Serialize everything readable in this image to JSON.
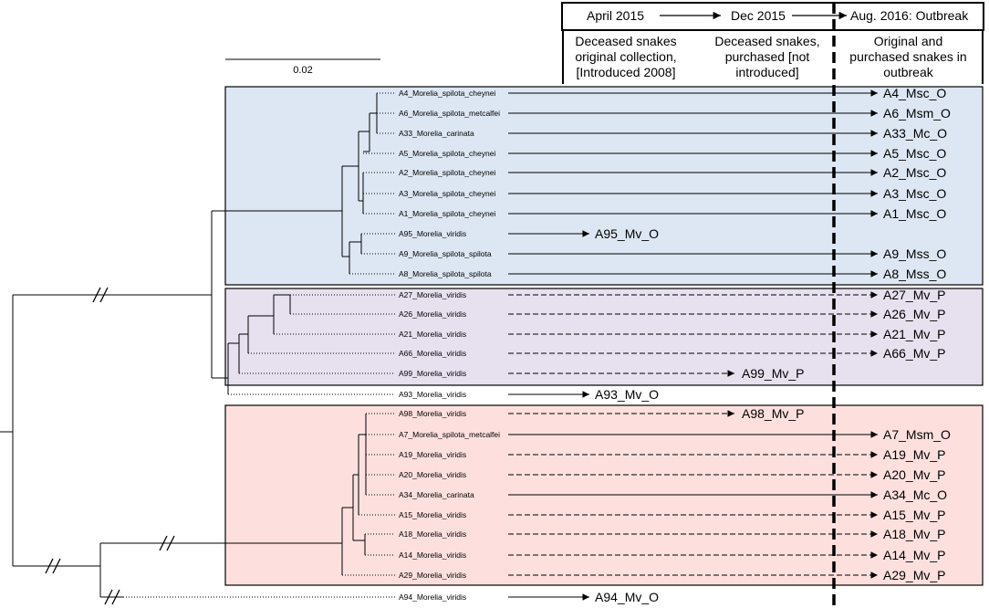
{
  "header": {
    "april": "April 2015",
    "dec": "Dec 2015",
    "aug": "Aug. 2016: Outbreak"
  },
  "columns": {
    "c1": [
      "Deceased snakes",
      "original collection,",
      "[Introduced 2008]"
    ],
    "c2": [
      "Deceased snakes,",
      "purchased [not",
      "introduced]"
    ],
    "c3": [
      "Original and",
      "purchased snakes in",
      "outbreak"
    ]
  },
  "scale_label": "0.02",
  "clade_colors": {
    "blue": "#dde7f3",
    "purple": "#e7e0ef",
    "red": "#fde0de"
  },
  "taxa": [
    {
      "tip": "A4_Morelia_spilota_cheynei",
      "label": "A4_Msc_O",
      "style": "solid",
      "stage": "outbreak"
    },
    {
      "tip": "A6_Morelia_spilota_metcalfei",
      "label": "A6_Msm_O",
      "style": "solid",
      "stage": "outbreak"
    },
    {
      "tip": "A33_Morelia_carinata",
      "label": "A33_Mc_O",
      "style": "solid",
      "stage": "outbreak"
    },
    {
      "tip": "A5_Morelia_spilota_cheynei",
      "label": "A5_Msc_O",
      "style": "solid",
      "stage": "outbreak"
    },
    {
      "tip": "A2_Morelia_spilota_cheynei",
      "label": "A2_Msc_O",
      "style": "solid",
      "stage": "outbreak"
    },
    {
      "tip": "A3_Morelia_spilota_cheynei",
      "label": "A3_Msc_O",
      "style": "solid",
      "stage": "outbreak"
    },
    {
      "tip": "A1_Morelia_spilota_cheynei",
      "label": "A1_Msc_O",
      "style": "solid",
      "stage": "outbreak"
    },
    {
      "tip": "A95_Morelia_viridis",
      "label": "A95_Mv_O",
      "style": "solid",
      "stage": "april"
    },
    {
      "tip": "A9_Morelia_spilota_spilota",
      "label": "A9_Mss_O",
      "style": "solid",
      "stage": "outbreak"
    },
    {
      "tip": "A8_Morelia_spilota_spilota",
      "label": "A8_Mss_O",
      "style": "solid",
      "stage": "outbreak"
    },
    {
      "tip": "A27_Morelia_viridis",
      "label": "A27_Mv_P",
      "style": "dashed",
      "stage": "outbreak"
    },
    {
      "tip": "A26_Morelia_viridis",
      "label": "A26_Mv_P",
      "style": "dashed",
      "stage": "outbreak"
    },
    {
      "tip": "A21_Morelia_viridis",
      "label": "A21_Mv_P",
      "style": "dashed",
      "stage": "outbreak"
    },
    {
      "tip": "A66_Morelia_viridis",
      "label": "A66_Mv_P",
      "style": "dashed",
      "stage": "outbreak"
    },
    {
      "tip": "A99_Morelia_viridis",
      "label": "A99_Mv_P",
      "style": "dashed",
      "stage": "dec"
    },
    {
      "tip": "A93_Morelia_viridis",
      "label": "A93_Mv_O",
      "style": "solid",
      "stage": "april"
    },
    {
      "tip": "A98_Morelia_viridis",
      "label": "A98_Mv_P",
      "style": "dashed",
      "stage": "dec"
    },
    {
      "tip": "A7_Morelia_spilota_metcalfei",
      "label": "A7_Msm_O",
      "style": "solid",
      "stage": "outbreak"
    },
    {
      "tip": "A19_Morelia_viridis",
      "label": "A19_Mv_P",
      "style": "dashed",
      "stage": "outbreak"
    },
    {
      "tip": "A20_Morelia_viridis",
      "label": "A20_Mv_P",
      "style": "dashed",
      "stage": "outbreak"
    },
    {
      "tip": "A34_Morelia_carinata",
      "label": "A34_Mc_O",
      "style": "solid",
      "stage": "outbreak"
    },
    {
      "tip": "A15_Morelia_viridis",
      "label": "A15_Mv_P",
      "style": "dashed",
      "stage": "outbreak"
    },
    {
      "tip": "A18_Morelia_viridis",
      "label": "A18_Mv_P",
      "style": "dashed",
      "stage": "outbreak"
    },
    {
      "tip": "A14_Morelia_viridis",
      "label": "A14_Mv_P",
      "style": "dashed",
      "stage": "outbreak"
    },
    {
      "tip": "A29_Morelia_viridis",
      "label": "A29_Mv_P",
      "style": "dashed",
      "stage": "outbreak"
    },
    {
      "tip": "A94_Morelia_viridis",
      "label": "A94_Mv_O",
      "style": "solid",
      "stage": "april"
    }
  ]
}
